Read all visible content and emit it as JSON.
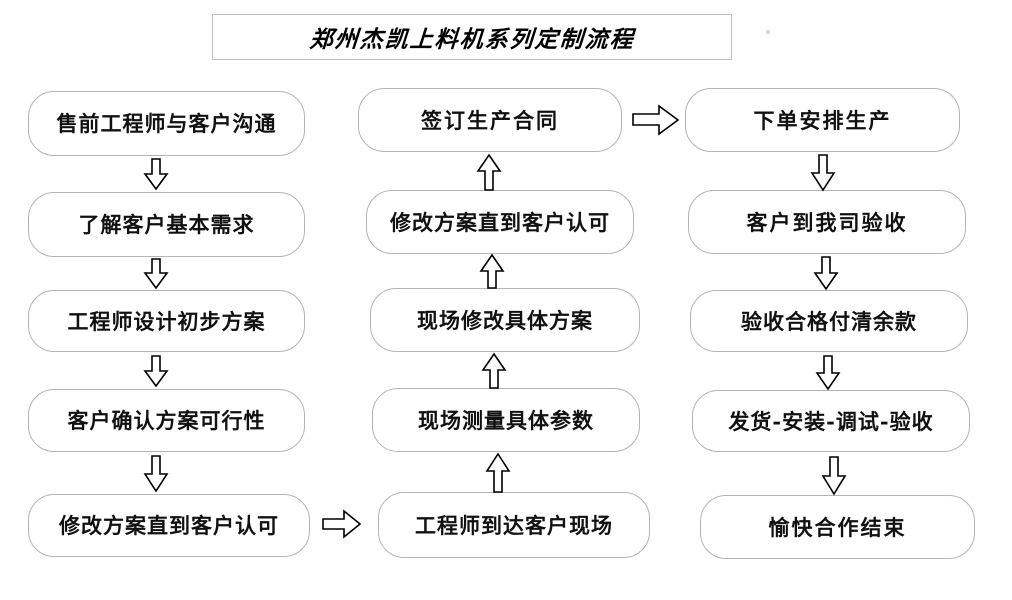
{
  "title": {
    "text": "郑州杰凯上料机系列定制流程"
  },
  "columns": {
    "left": {
      "name": "pre-sales-column",
      "nodes": [
        {
          "label": "售前工程师与客户沟通"
        },
        {
          "label": "了解客户基本需求"
        },
        {
          "label": "工程师设计初步方案"
        },
        {
          "label": "客户确认方案可行性"
        },
        {
          "label": "修改方案直到客户认可"
        }
      ]
    },
    "middle": {
      "name": "on-site-column",
      "nodes": [
        {
          "label": "签订生产合同"
        },
        {
          "label": "修改方案直到客户认可"
        },
        {
          "label": "现场修改具体方案"
        },
        {
          "label": "现场测量具体参数"
        },
        {
          "label": "工程师到达客户现场"
        }
      ]
    },
    "right": {
      "name": "production-column",
      "nodes": [
        {
          "label": "下单安排生产"
        },
        {
          "label": "客户到我司验收"
        },
        {
          "label": "验收合格付清余款"
        },
        {
          "label": "发货-安装-调试-验收"
        },
        {
          "label": "愉快合作结束"
        }
      ]
    }
  },
  "arrows": {
    "left_down_1": "down",
    "left_down_2": "down",
    "left_down_3": "down",
    "left_down_4": "down",
    "left_to_middle": "right",
    "middle_up_1": "up",
    "middle_up_2": "up",
    "middle_up_3": "up",
    "middle_up_4": "up",
    "middle_to_right": "right",
    "right_down_1": "down",
    "right_down_2": "down",
    "right_down_3": "down",
    "right_down_4": "down"
  },
  "colors": {
    "box_border": "#b4b4b4",
    "title_border": "#bfbfbf",
    "text": "#111111",
    "arrow_stroke": "#000000",
    "background": "#ffffff"
  }
}
